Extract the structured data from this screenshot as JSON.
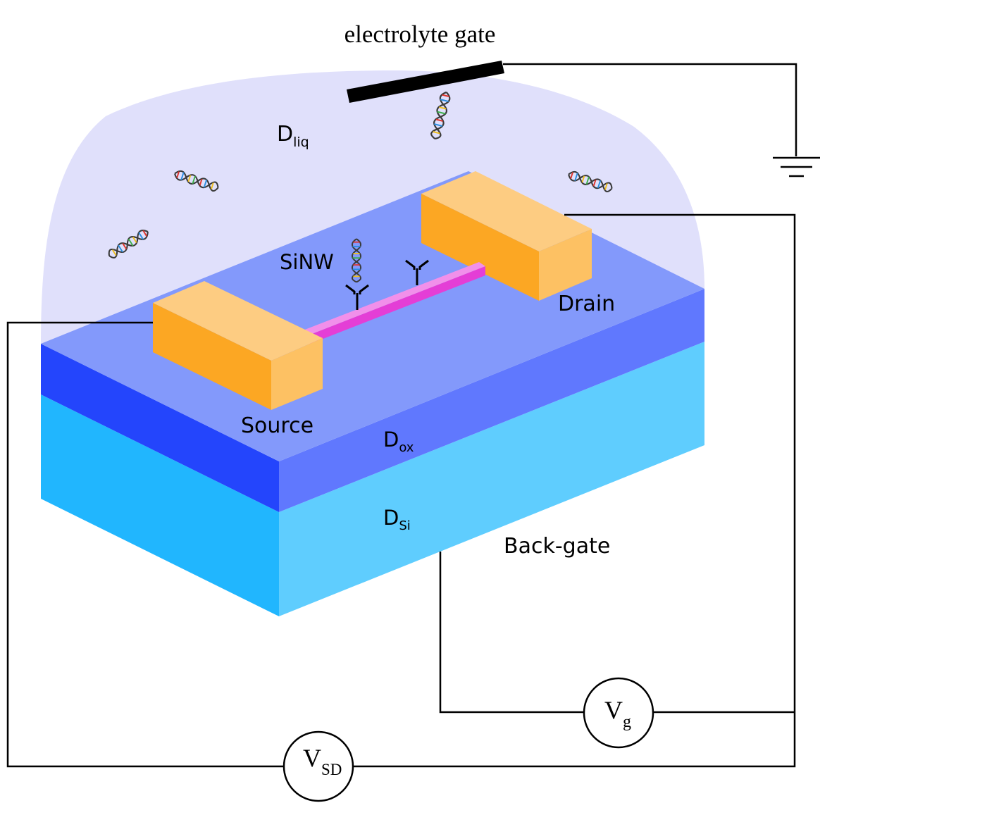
{
  "labels": {
    "electrolyte_gate": "electrolyte gate",
    "d_liq_main": "D",
    "d_liq_sub": "liq",
    "sinw": "SiNW",
    "drain": "Drain",
    "source": "Source",
    "d_ox_main": "D",
    "d_ox_sub": "ox",
    "d_si_main": "D",
    "d_si_sub": "Si",
    "back_gate": "Back-gate",
    "vg_main": "V",
    "vg_sub": "g",
    "vsd_main": "V",
    "vsd_sub": "SD"
  },
  "colors": {
    "liquid": "#e0e0fb",
    "oxide_top": "#8399fb",
    "oxide_left": "#2445fc",
    "oxide_right": "#6078fe",
    "silicon_left": "#21b6fe",
    "silicon_right": "#5fcdfe",
    "contact_top": "#fdcc82",
    "contact_side": "#fdb463",
    "contact_front": "#fca723",
    "nanowire_top": "#f190ea",
    "nanowire_front": "#e43ed6",
    "wire": "#000000"
  },
  "icons": [
    "dna-helix-icon",
    "antibody-icon",
    "ground-symbol-icon"
  ]
}
